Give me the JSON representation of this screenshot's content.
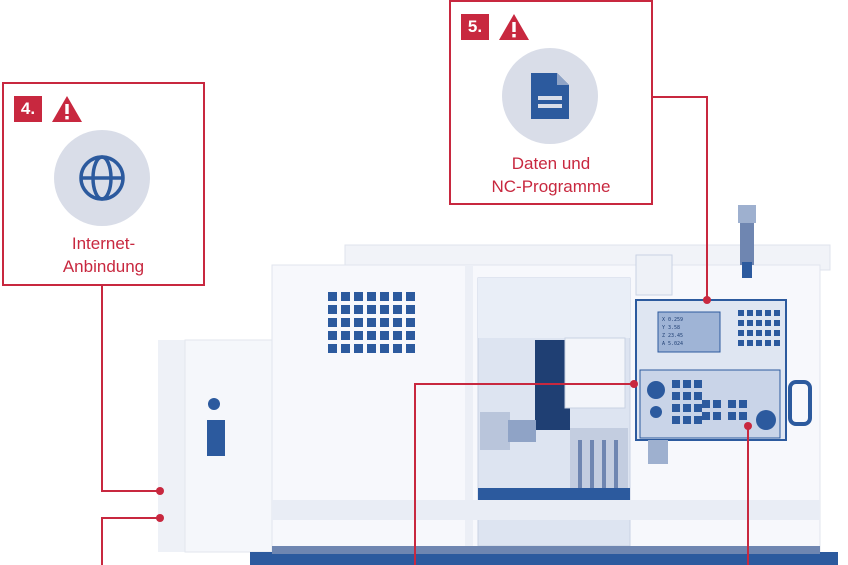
{
  "colors": {
    "accent": "#c8283f",
    "machine_blue": "#2c5a9e",
    "machine_light": "#e8ecf4",
    "icon_bg": "#d9dde8"
  },
  "callouts": [
    {
      "number": "4.",
      "icon": "globe-icon",
      "label_line1": "Internet-",
      "label_line2": "Anbindung"
    },
    {
      "number": "5.",
      "icon": "document-icon",
      "label_line1": "Daten und",
      "label_line2": "NC-Programme"
    }
  ],
  "screen": {
    "lines": [
      "X  0.259",
      "Y  3.58",
      "Z  23.45",
      "A  5.024"
    ]
  }
}
